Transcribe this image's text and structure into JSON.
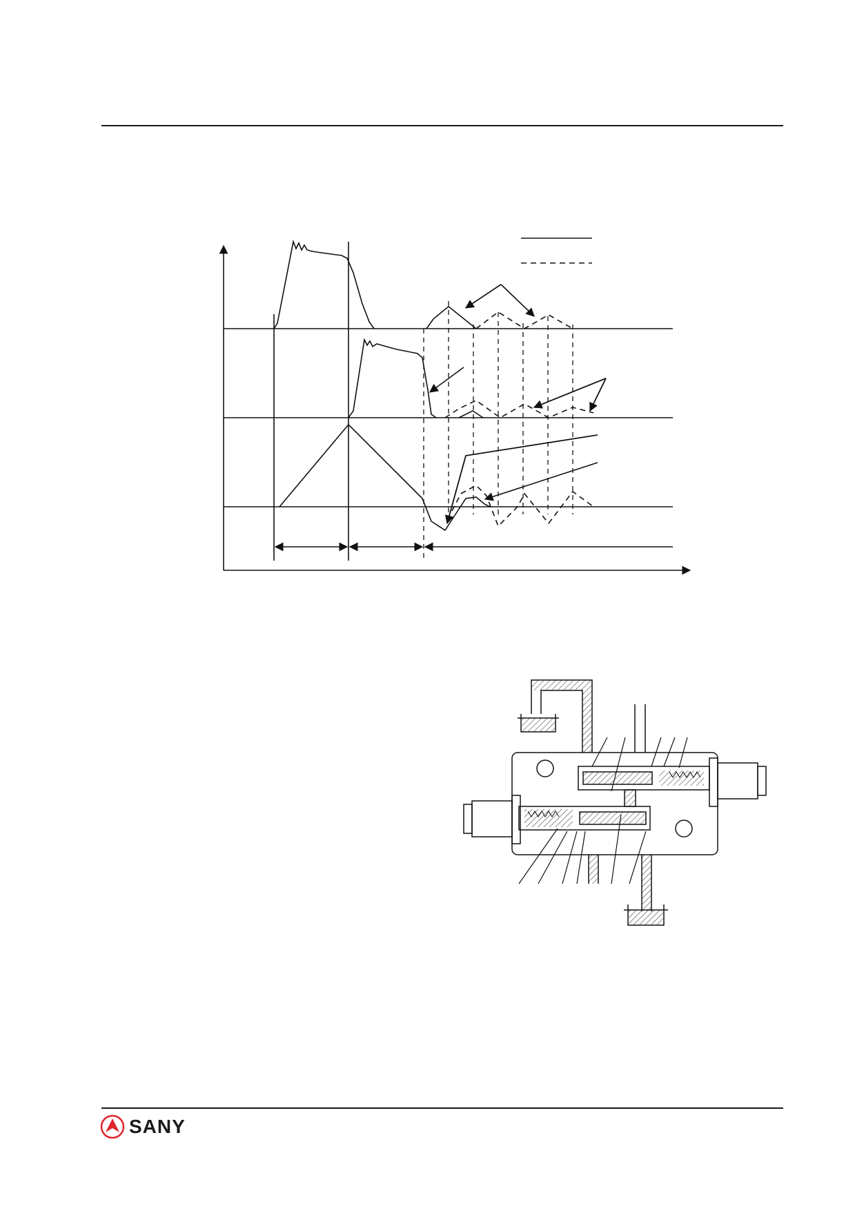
{
  "footer": {
    "brand": "SANY",
    "brand_color": "#e0262b",
    "text_color": "#1a1a1a"
  },
  "figures": {
    "timing_diagram": {
      "legend": [
        {
          "line_style": "solid",
          "label": ""
        },
        {
          "line_style": "dashed",
          "label": ""
        }
      ]
    },
    "valve_diagram": {
      "callout_labels": []
    }
  }
}
